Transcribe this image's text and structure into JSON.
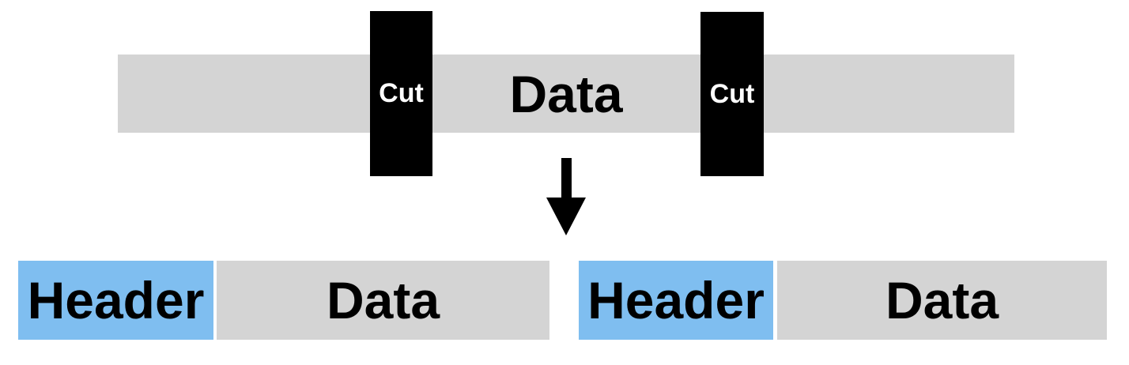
{
  "colors": {
    "bar_gray": "#d4d4d4",
    "header_blue": "#7fbef0",
    "cut_black": "#000000",
    "cut_text_white": "#ffffff",
    "label_black": "#000000",
    "background": "#ffffff"
  },
  "top": {
    "data_label": "Data",
    "cuts": [
      {
        "label": "Cut"
      },
      {
        "label": "Cut"
      }
    ]
  },
  "arrow": {
    "icon": "down-arrow",
    "meaning": "cut result"
  },
  "segments": [
    {
      "header_label": "Header",
      "data_label": "Data"
    },
    {
      "header_label": "Header",
      "data_label": "Data"
    }
  ]
}
